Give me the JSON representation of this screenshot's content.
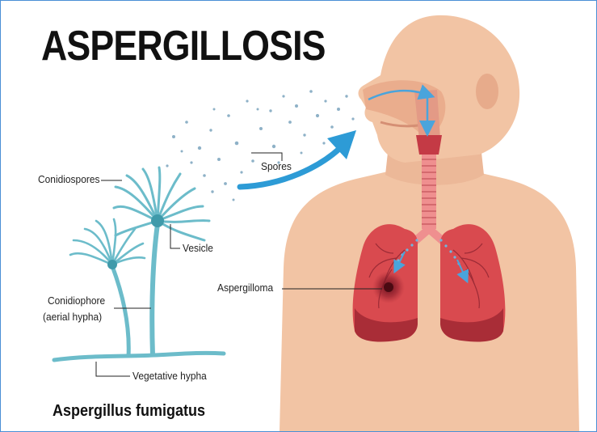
{
  "title": "ASPERGILLOSIS",
  "caption": "Aspergillus fumigatus",
  "labels": {
    "conidiospores": "Conidiospores",
    "spores": "Spores",
    "vesicle": "Vesicle",
    "conidiophore": "Conidiophore",
    "aerial_hypha": "(aerial hypha)",
    "vegetative_hypha": "Vegetative hypha",
    "aspergilloma": "Aspergilloma"
  },
  "colors": {
    "skin": "#f2c4a4",
    "skin_dark": "#e7ab8b",
    "lung": "#d94a4f",
    "lung_dark": "#a92d37",
    "trachea": "#ef8f8f",
    "fungus": "#6cbcca",
    "fungus_dark": "#3f9aaa",
    "arrow": "#2d9bd6",
    "spore": "#8eb1c7",
    "border": "#4a8fd6"
  }
}
